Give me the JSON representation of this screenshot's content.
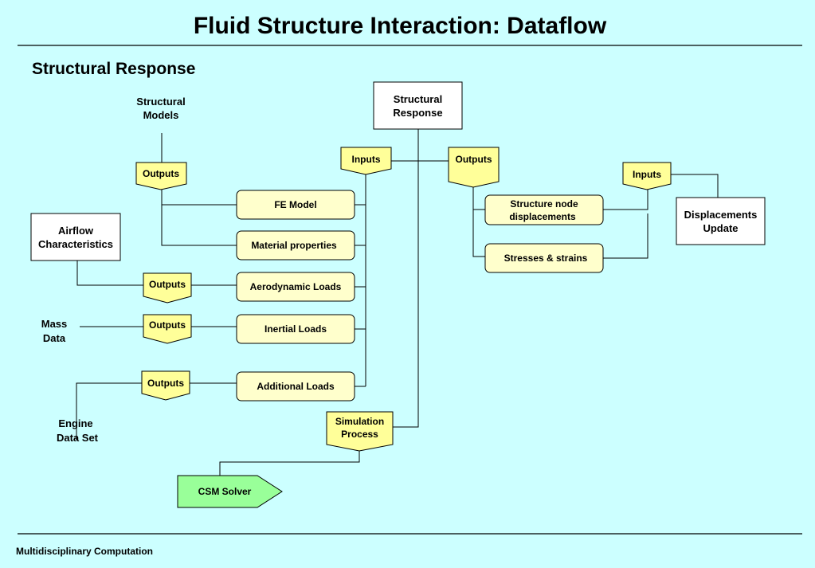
{
  "title": "Fluid Structure Interaction: Dataflow",
  "subtitle": "Structural Response",
  "footer": "Multidisciplinary Computation",
  "colors": {
    "background": "#ccffff",
    "badge_fill": "#ffff99",
    "box_fill": "#ffffcc",
    "solver_fill": "#99ff99"
  },
  "labels": {
    "structural_models_1": "Structural",
    "structural_models_2": "Models",
    "mass_data_1": "Mass",
    "mass_data_2": "Data",
    "engine_data_set_1": "Engine",
    "engine_data_set_2": "Data Set"
  },
  "boxes": {
    "structural_response_1": "Structural",
    "structural_response_2": "Response",
    "airflow_1": "Airflow",
    "airflow_2": "Characteristics",
    "displacements_1": "Displacements",
    "displacements_2": "Update"
  },
  "badges": {
    "outputs_models": "Outputs",
    "outputs_airflow": "Outputs",
    "outputs_mass": "Outputs",
    "outputs_engine": "Outputs",
    "inputs_center": "Inputs",
    "outputs_center": "Outputs",
    "inputs_right": "Inputs",
    "simulation_1": "Simulation",
    "simulation_2": "Process"
  },
  "items": {
    "fe_model": "FE Model",
    "material_properties": "Material properties",
    "aerodynamic_loads": "Aerodynamic Loads",
    "inertial_loads": "Inertial Loads",
    "additional_loads": "Additional Loads",
    "structure_node_1": "Structure node",
    "structure_node_2": "displacements",
    "stresses_strains": "Stresses & strains"
  },
  "solver": "CSM Solver"
}
